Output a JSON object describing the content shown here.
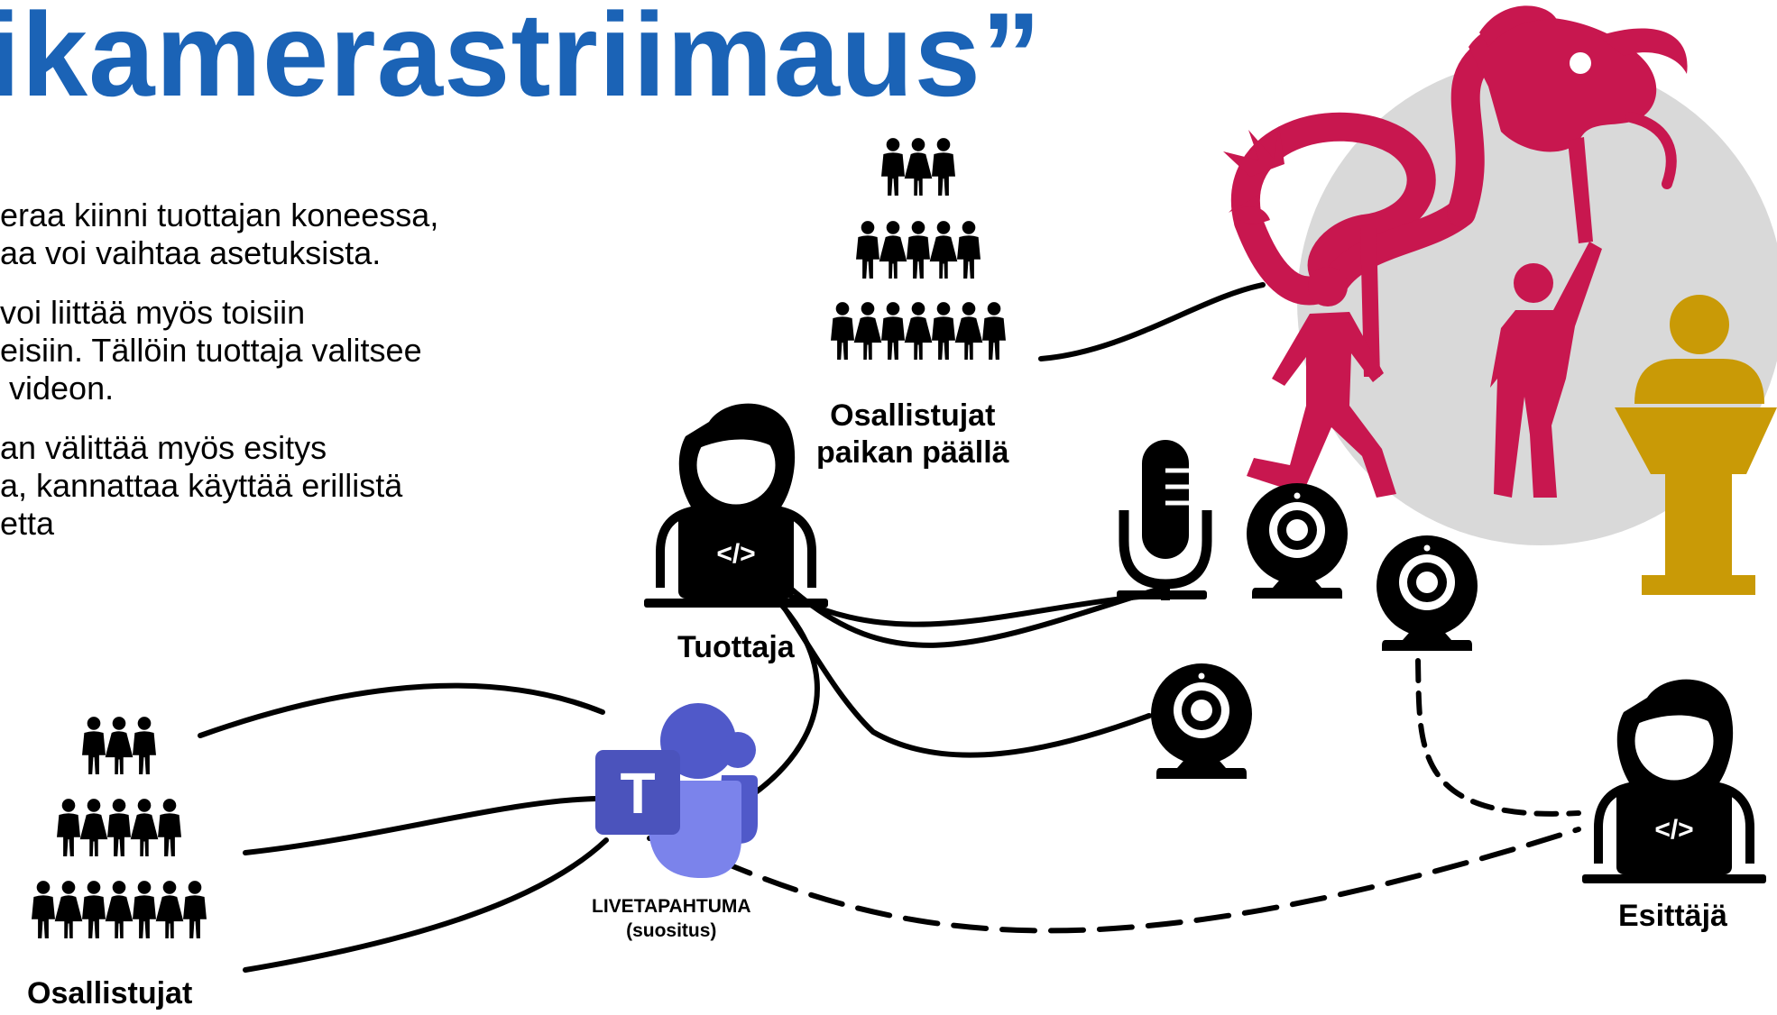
{
  "slide": {
    "title": "ikamerastriimaus”",
    "bullets": [
      "eraa kiinni tuottajan koneessa,\naa voi vaihtaa asetuksista.",
      "voi liittää myös toisiin\neisiin. Tällöin tuottaja valitsee\n videon.",
      "an välittää myös esitys\na, kannattaa käyttää erillistä\netta"
    ]
  },
  "labels": {
    "onsite": "Osallistujat\npaikan päällä",
    "producer": "Tuottaja",
    "remote": "Osallistujat",
    "live_event": "LIVETAPAHTUMA\n(suositus)",
    "presenter": "Esittäjä",
    "teams_logo_letter": "T",
    "code_symbol": "</>"
  },
  "colors": {
    "title": "#1b63b6",
    "dragon": "#c8174f",
    "podium": "#c99a06",
    "stage_circle": "#d9d9d9",
    "teams_dark": "#4b53bc",
    "teams_mid": "#5059c9",
    "teams_light": "#7b83eb"
  },
  "icons": [
    "people-pyramid-icon",
    "dragon-dance-icon",
    "podium-speaker-icon",
    "microphone-icon",
    "webcam-icon",
    "developer-laptop-icon",
    "teams-logo-icon"
  ]
}
